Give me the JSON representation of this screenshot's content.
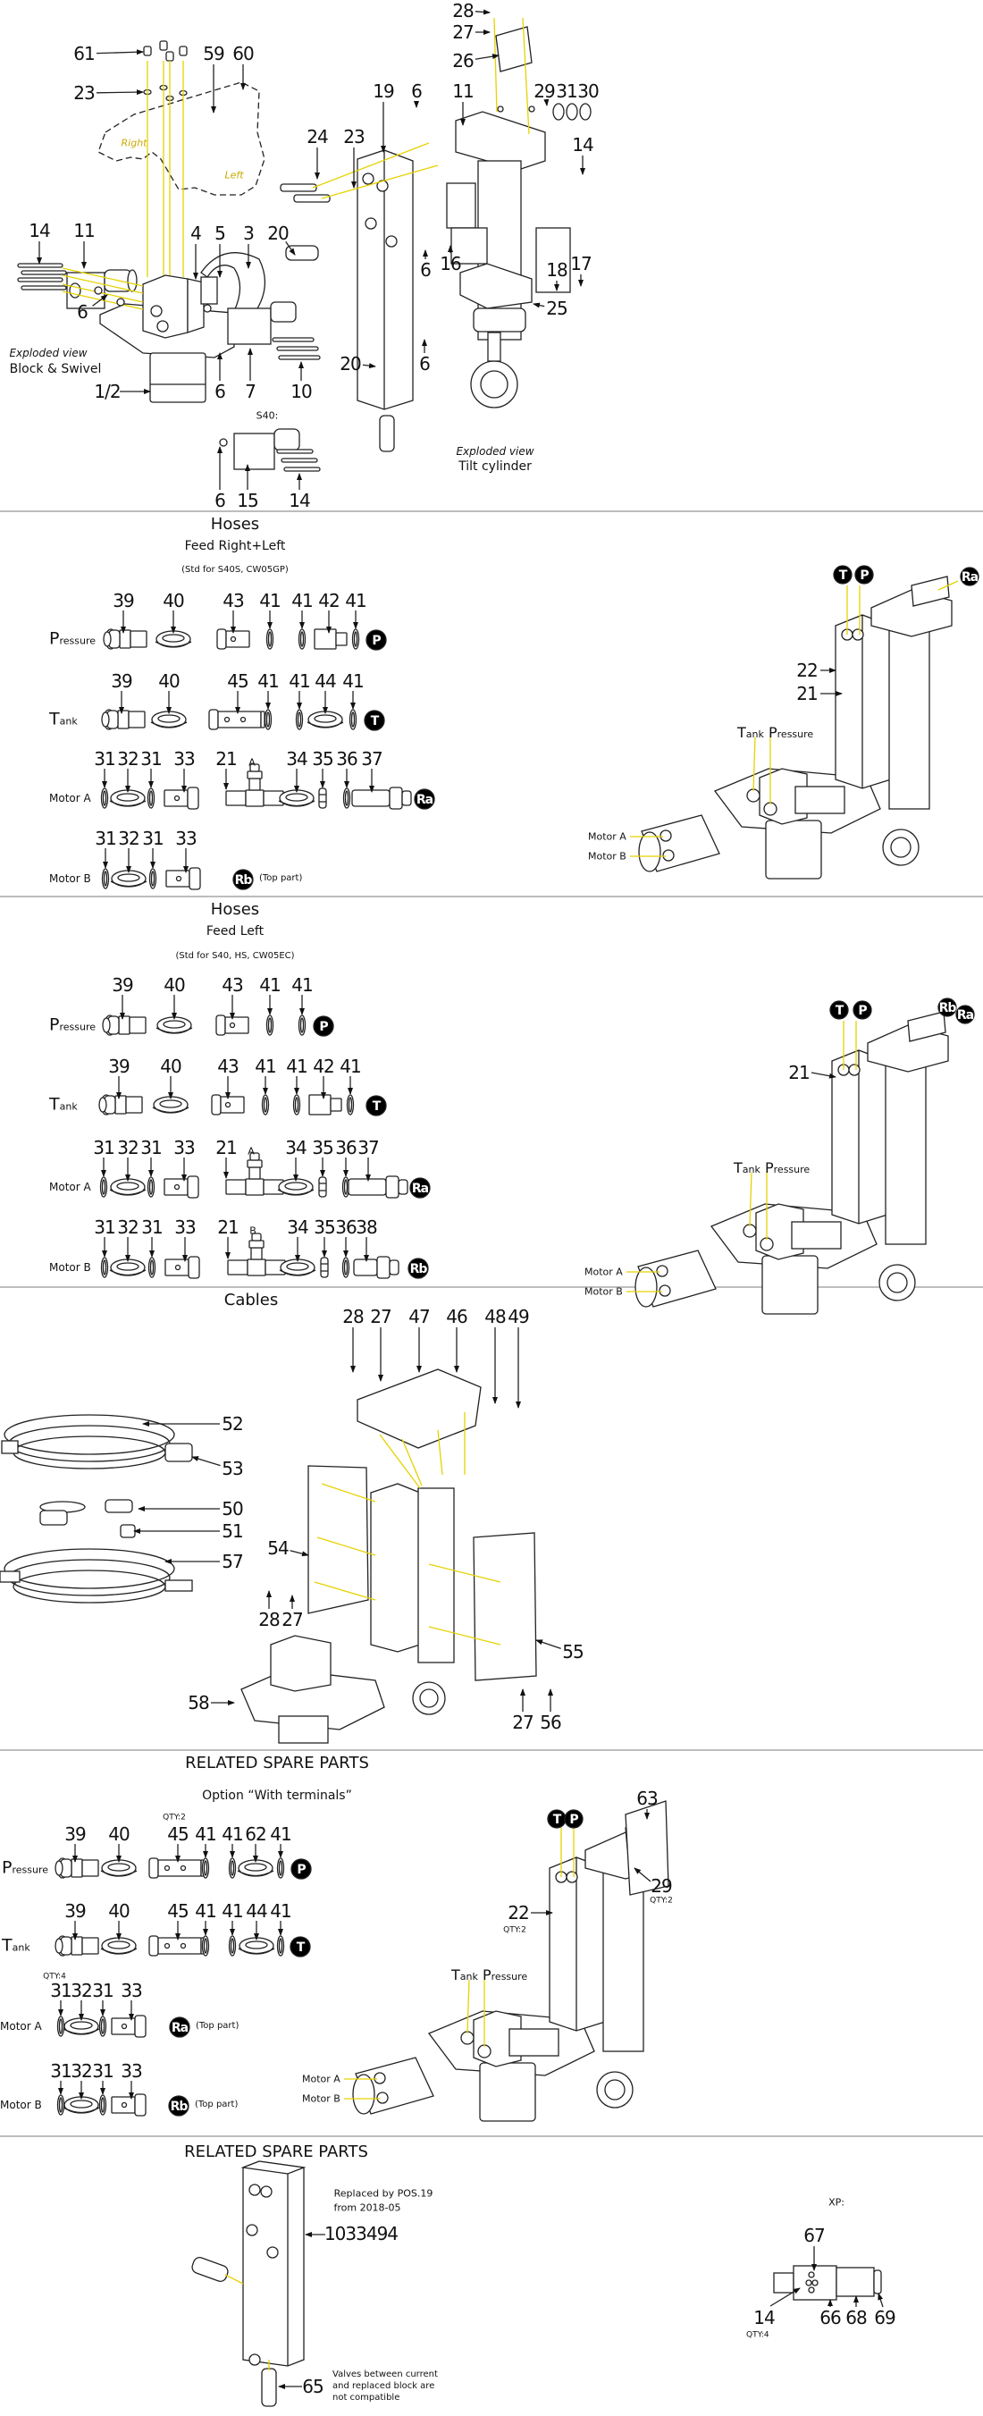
{
  "top": {
    "callouts": [
      "28",
      "27",
      "26",
      "61",
      "23",
      "59",
      "60",
      "19",
      "6",
      "11",
      "29",
      "31",
      "30",
      "24",
      "23",
      "14",
      "20",
      "14",
      "11",
      "4",
      "5",
      "3",
      "6",
      "6",
      "16",
      "18",
      "17",
      "25",
      "20",
      "6",
      "1/2",
      "6",
      "7",
      "10",
      "6",
      "15",
      "14"
    ],
    "guard_right": "Right",
    "guard_left": "Left",
    "block_caption_1": "Exploded view",
    "block_caption_2": "Block & Swivel",
    "tilt_caption_1": "Exploded view",
    "tilt_caption_2": "Tilt cylinder",
    "s40_label": "S40:"
  },
  "hoses_right_left": {
    "title": "Hoses",
    "subtitle": "Feed Right+Left",
    "note": "(Std for S40S, CW05GP)",
    "rows": [
      {
        "label_initial": "P",
        "label_rest": "ressure",
        "parts": [
          "39",
          "40",
          "43",
          "41",
          "41",
          "42",
          "41"
        ],
        "port": "P"
      },
      {
        "label_initial": "T",
        "label_rest": "ank",
        "parts": [
          "39",
          "40",
          "45",
          "41",
          "41",
          "44",
          "41"
        ],
        "port": "T"
      },
      {
        "label": "Motor A",
        "parts": [
          "31",
          "32",
          "31",
          "33",
          "21",
          "34",
          "35",
          "36",
          "37"
        ],
        "tee_letter": "A",
        "port": "Ra"
      },
      {
        "label": "Motor B",
        "parts": [
          "31",
          "32",
          "31",
          "33"
        ],
        "port": "Rb",
        "port_note": "(Top part)"
      }
    ],
    "diagram": {
      "ports": [
        "T",
        "P",
        "Ra"
      ],
      "callouts": [
        "22",
        "21"
      ],
      "tank_initial": "T",
      "tank_rest": "ank",
      "pressure_initial": "P",
      "pressure_rest": "ressure",
      "motor_a": "Motor A",
      "motor_b": "Motor B"
    }
  },
  "hoses_left": {
    "title": "Hoses",
    "subtitle": "Feed Left",
    "note": "(Std for S40, HS, CW05EC)",
    "rows": [
      {
        "label_initial": "P",
        "label_rest": "ressure",
        "parts": [
          "39",
          "40",
          "43",
          "41",
          "41"
        ],
        "port": "P"
      },
      {
        "label_initial": "T",
        "label_rest": "ank",
        "parts": [
          "39",
          "40",
          "43",
          "41",
          "41",
          "42",
          "41"
        ],
        "port": "T"
      },
      {
        "label": "Motor A",
        "parts": [
          "31",
          "32",
          "31",
          "33",
          "21",
          "34",
          "35",
          "36",
          "37"
        ],
        "tee_letter": "A",
        "port": "Ra"
      },
      {
        "label": "Motor B",
        "parts": [
          "31",
          "32",
          "31",
          "33",
          "21",
          "34",
          "35",
          "36",
          "38"
        ],
        "tee_letter": "B",
        "port": "Rb"
      }
    ],
    "diagram": {
      "ports": [
        "T",
        "P",
        "Rb",
        "Ra"
      ],
      "callouts": [
        "21"
      ],
      "tank_initial": "T",
      "tank_rest": "ank",
      "pressure_initial": "P",
      "pressure_rest": "ressure",
      "motor_a": "Motor A",
      "motor_b": "Motor B"
    }
  },
  "cables": {
    "title": "Cables",
    "callouts": [
      "28",
      "27",
      "47",
      "46",
      "48",
      "49",
      "52",
      "53",
      "50",
      "51",
      "57",
      "54",
      "28",
      "27",
      "55",
      "58",
      "27",
      "56"
    ]
  },
  "related_terminals": {
    "title": "RELATED SPARE PARTS",
    "subtitle": "Option “With terminals”",
    "qty_45": "QTY:2",
    "qty_31": "QTY:4",
    "rows": [
      {
        "label_initial": "P",
        "label_rest": "ressure",
        "parts": [
          "39",
          "40",
          "45",
          "41",
          "41",
          "62",
          "41"
        ],
        "port": "P"
      },
      {
        "label_initial": "T",
        "label_rest": "ank",
        "parts": [
          "39",
          "40",
          "45",
          "41",
          "41",
          "44",
          "41"
        ],
        "port": "T"
      },
      {
        "label": "Motor A",
        "parts": [
          "31",
          "32",
          "31",
          "33"
        ],
        "port": "Ra",
        "port_note": "(Top part)"
      },
      {
        "label": "Motor B",
        "parts": [
          "31",
          "32",
          "31",
          "33"
        ],
        "port": "Rb",
        "port_note": "(Top part)"
      }
    ],
    "diagram": {
      "ports": [
        "T",
        "P"
      ],
      "callouts": [
        "63",
        "29",
        "22"
      ],
      "qty_29": "QTY:2",
      "qty_22": "QTY:2",
      "tank_initial": "T",
      "tank_rest": "ank",
      "pressure_initial": "P",
      "pressure_rest": "ressure",
      "motor_a": "Motor A",
      "motor_b": "Motor B"
    }
  },
  "related_block": {
    "title": "RELATED SPARE PARTS",
    "replaced_line_1": "Replaced by POS.19",
    "replaced_line_2": "from 2018-05",
    "part_number": "1033494",
    "valve_callout": "65",
    "valve_note": [
      "Valves between current",
      "and replaced block are",
      "not compatible"
    ],
    "xp_label": "XP:",
    "xp_callouts": [
      "67",
      "14",
      "66",
      "68",
      "69"
    ],
    "xp_qty_14": "QTY:4"
  },
  "colors": {
    "line": "#222222",
    "leader": "#e6d200",
    "divider": "#bdbdbd",
    "port_fill": "#000000"
  }
}
